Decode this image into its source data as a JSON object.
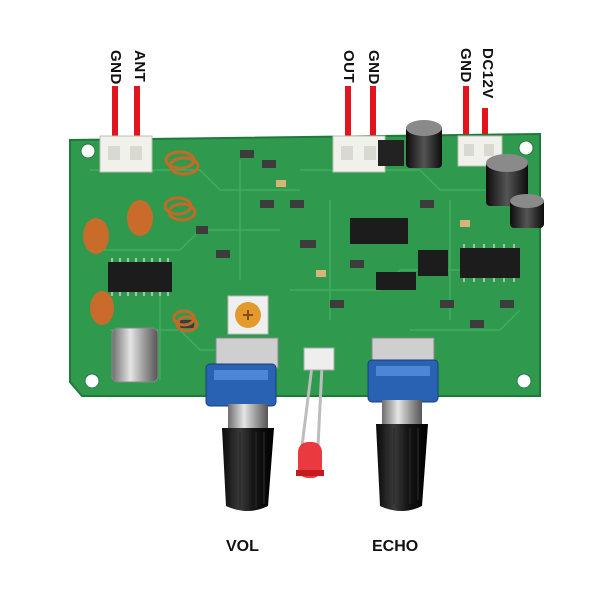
{
  "labels": {
    "antenna_gnd": "GND",
    "antenna_ant": "ANT",
    "output_out": "OUT",
    "output_gnd": "GND",
    "power_gnd": "GND",
    "power_dc": "DC12V",
    "knob_left": "VOL",
    "knob_right": "ECHO"
  },
  "colors": {
    "pcb": "#2f9a4e",
    "pcb_dark": "#1f7a3a",
    "wire": "#e3141b",
    "knob_cap": "#2a62b3",
    "led": "#e8242a"
  }
}
